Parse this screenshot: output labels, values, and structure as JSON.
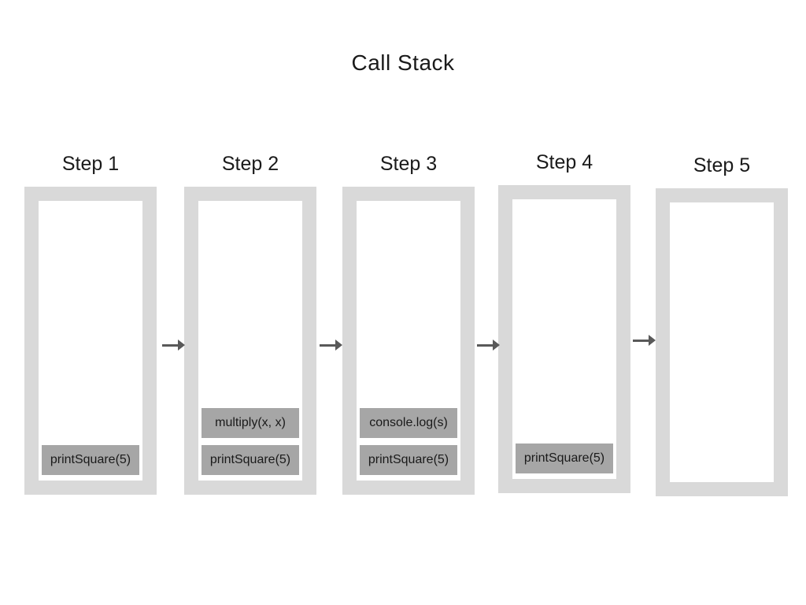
{
  "title": "Call Stack",
  "steps": [
    {
      "label": "Step 1",
      "frames": [
        "printSquare(5)"
      ]
    },
    {
      "label": "Step 2",
      "frames": [
        "multiply(x, x)",
        "printSquare(5)"
      ]
    },
    {
      "label": "Step 3",
      "frames": [
        "console.log(s)",
        "printSquare(5)"
      ]
    },
    {
      "label": "Step 4",
      "frames": [
        "printSquare(5)"
      ]
    },
    {
      "label": "Step 5",
      "frames": []
    }
  ],
  "arrows": {
    "count": 4,
    "name": "arrow-right-icon",
    "glyph": "→"
  },
  "colors": {
    "container_bg": "#d9d9d9",
    "frame_bg": "#a6a6a6",
    "arrow": "#595959",
    "text": "#1a1a1a"
  }
}
